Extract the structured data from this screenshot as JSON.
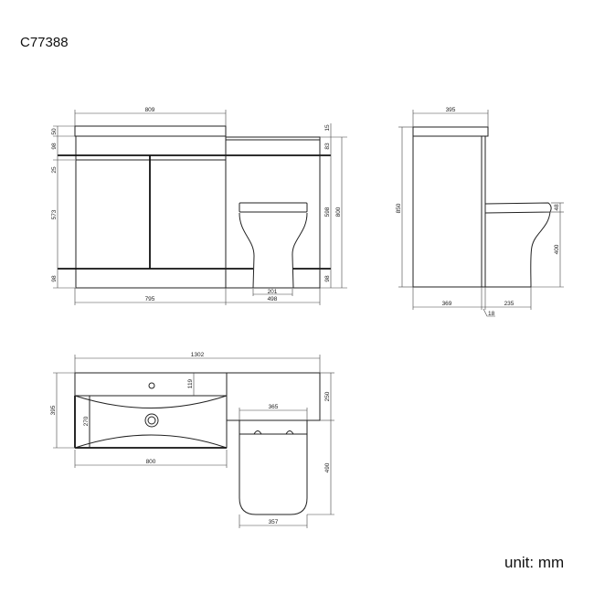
{
  "product_code": "C77388",
  "unit_label": "unit: mm",
  "front_view": {
    "top_width": "809",
    "countertop_height": "50",
    "drawer_height": "98",
    "gap": "25",
    "door_height": "573",
    "plinth_left": "98",
    "cabinet_width": "795",
    "toilet_unit_width": "498",
    "pan_base_width": "201",
    "toilet_top_strip": "15",
    "toilet_panel_top": "83",
    "toilet_panel_height": "598",
    "plinth_right": "98",
    "total_height": "800"
  },
  "side_view": {
    "depth": "395",
    "total_height": "850",
    "seat_height": "48",
    "pan_height": "400",
    "cabinet_depth": "369",
    "pan_projection": "235",
    "panel_thickness": "18"
  },
  "top_view": {
    "total_width": "1302",
    "basin_depth": "395",
    "tap_offset": "119",
    "bowl_depth": "270",
    "basin_width": "800",
    "shelf_depth": "250",
    "toilet_width": "365",
    "toilet_projection": "490",
    "seat_width": "357"
  }
}
